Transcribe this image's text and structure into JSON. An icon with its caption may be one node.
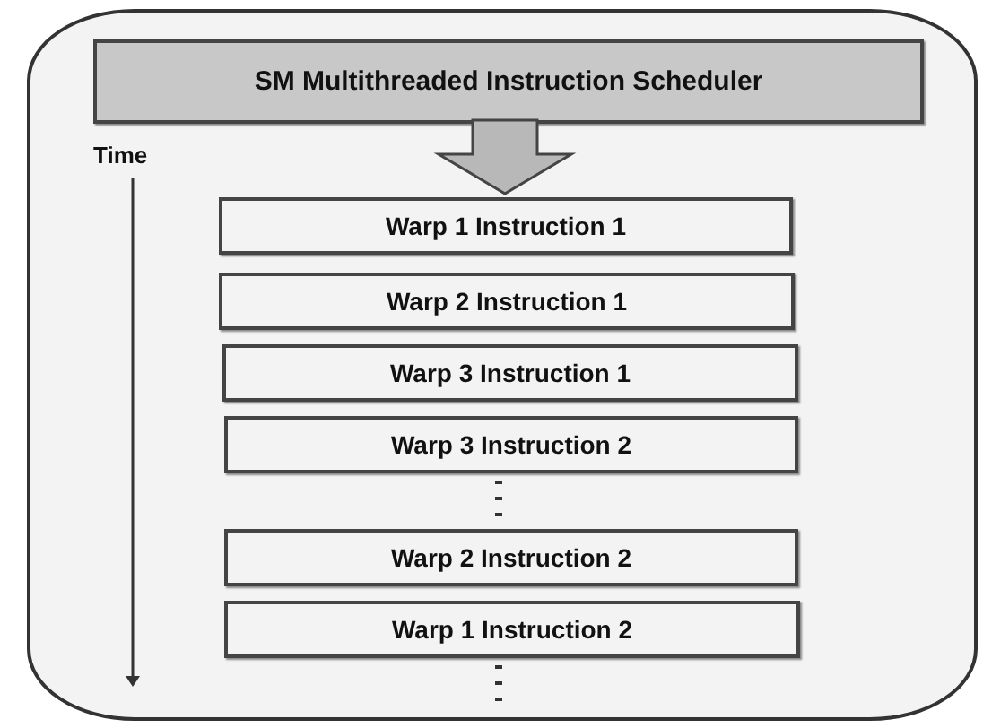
{
  "diagram": {
    "nodes": [
      {
        "text": [],
        "shape": "box"
      },
      {
        "text": [
          "SM Multithreaded Instruction Scheduler"
        ],
        "in": 0
      },
      {
        "text": [
          "Warp 1 Instruction 1"
        ],
        "in": 0
      },
      {
        "text": [
          "Warp 2 Instruction 1"
        ],
        "in": 0
      },
      {
        "text": [
          "Warp 3 Instruction 1"
        ],
        "in": 0
      },
      {
        "text": [
          "Warp 3 Instruction 2"
        ],
        "in": 0
      },
      {
        "text": [
          "Warp 2 Instruction 2"
        ],
        "in": 0
      },
      {
        "text": [
          "Warp 1 Instruction 2"
        ],
        "in": 0
      }
    ],
    "edges": [
      {
        "from": 1,
        "to": 2,
        "arrow": "to",
        "style": "thick"
      }
    ],
    "labels": [
      "Time"
    ]
  }
}
